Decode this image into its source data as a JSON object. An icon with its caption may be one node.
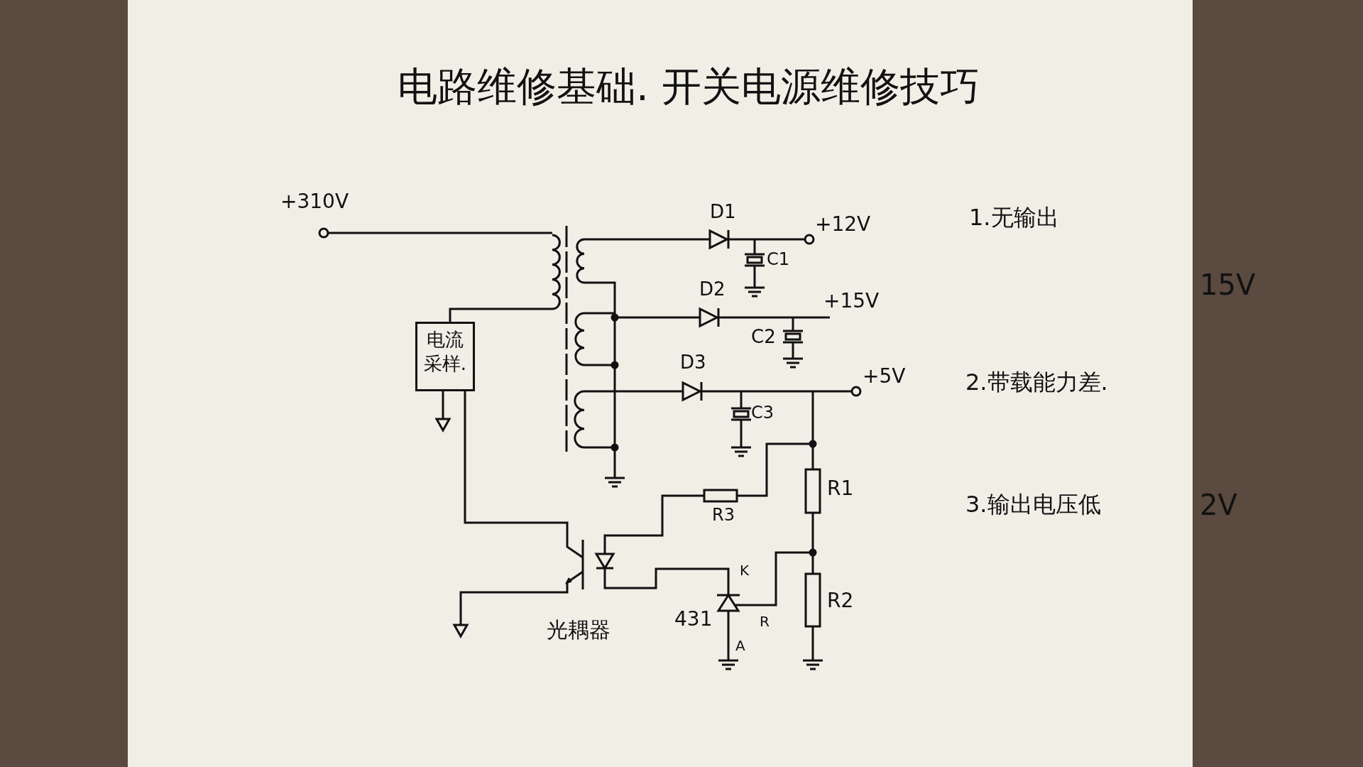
{
  "diagram": {
    "title": "电路维修基础. 开关电源维修技巧",
    "nodes": [
      {
        "text": [
          "电流采样."
        ]
      }
    ],
    "labels": [
      "+310V",
      "D1",
      "+12V",
      "C1",
      "1.无输出",
      "D2",
      "+15V",
      "15V",
      "C2",
      "D3",
      "+5V",
      "2.带载能力差.",
      "C3",
      "R1",
      "R3",
      "3.输出电压低",
      "2V",
      "K",
      "R2",
      "431",
      "R",
      "光耦器",
      "A"
    ]
  }
}
